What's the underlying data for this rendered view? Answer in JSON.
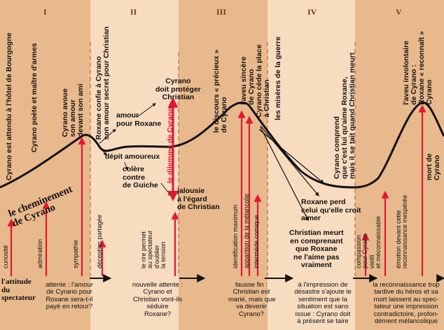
{
  "acts": [
    "I",
    "II",
    "III",
    "IV",
    "V"
  ],
  "colors": {
    "band_dark": "#e8b98c",
    "band_light": "#f7dcc0",
    "curve": "#111111",
    "accent_red": "#e01830",
    "divider_red": "#c0502a",
    "arrow_black": "#111111"
  },
  "title": "le cheminement\nde Cyrano",
  "attitude_label": "l'attitude\ndu\nspectateur",
  "labels": {
    "act1_hotel": "Cyrano est attendu à l'hôtel de Bourgogne",
    "act1_poete": "Cyrano poète et maître d'armes",
    "act1_avoue": "Cyrano avoue\nson amour\ndevant son ami",
    "act2_confie": "Roxane confie à Cyrano\nson amour secret pour Christian",
    "act2_amour": "amour\npour Roxane",
    "act2_depit": "dépit amoureux",
    "act2_colere": "colère\ncontre\nde Guiche",
    "act2_doit": "Cyrano\ndoit protéger\nChristian",
    "act2_dilemme": "le dilemme de Cyrano",
    "act2_jalousie": "jalousie\nà l'égard\nde Christian",
    "act3_discours": "le discours « précieux »\nde Cyrano",
    "act3_aveu": "l'aveu sincère\nde Cyrano",
    "act3_cede": "Cyrano cède la place\nà Christian",
    "act4_miseres": "les misères de la guerre",
    "act4_comprend": "Cyrano comprend\nque c'est lui qu'aime Roxane,\nmais il se tait quand Christian meurt",
    "act4_perd": "Roxane perd\ncelui qu'elle croit\naimer",
    "act4_meurt": "Christian meurt\nen comprenant\nque Roxane\nne l'aime pas\nvraiment",
    "act5_aveu": "l'aveu involontaire\nde Cyrano :\nRoxane « reconnaît »\nCyrano",
    "act5_mort": "mort de\nCyrano"
  },
  "emotions": {
    "curiosite": "curiosité",
    "admiration": "admiration",
    "sympathie": "sympathie",
    "deception": "déception partagée",
    "rire": "le rire permet\nau spectateur\nd'oublier\nla tension",
    "identification": "identification maximum",
    "melancolie": "apparition de la mélancolie",
    "comique": "intermède comique",
    "compassion": "compassion\npour Cyrano\nvieilli\net méconnaissable",
    "emotion": "émotion devant cette\nreconnaissance inespérée"
  },
  "questions": {
    "q1": "attente : l'amour\nde Cyrano pour\nRoxane sera-t-il\npayé en retour?",
    "q2": "nouvelle attente :\nCyrano et\nChristian vont-ils\nséduire\nRoxane?",
    "q3": "fausse fin :\nChristian est\nmarié, mais que\nva devenir\nCyrano?",
    "q4": "à l'impression de\ndésastre s'ajoute le\nsentiment que la\nsituation est sans\nissue : Cyrano doit\nà présent se taire",
    "q5": "la reconnaissance trop\ntardive du héros et sa\nmort laissent au spec-\ntateur une impression\ncontradictoire, profon-\ndément mélancolique"
  }
}
